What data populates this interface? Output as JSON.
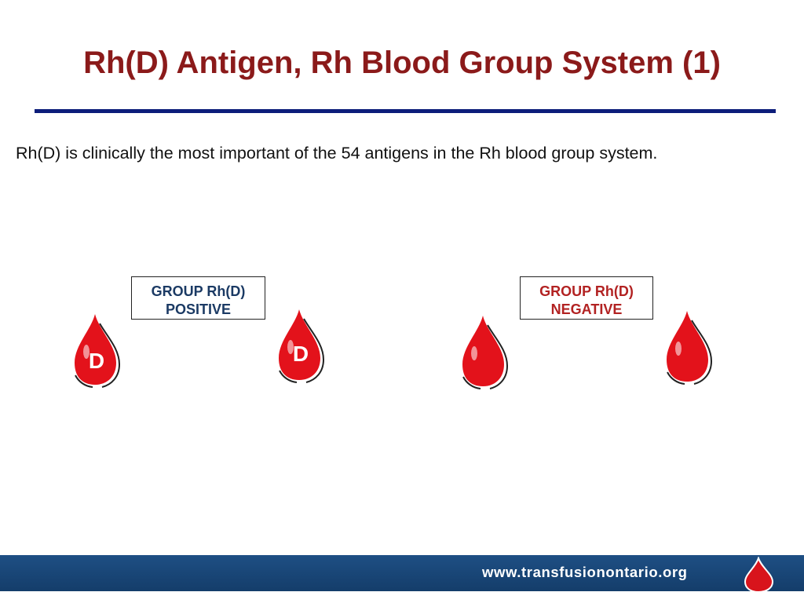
{
  "slide": {
    "title": "Rh(D) Antigen, Rh Blood Group System (1)",
    "body_text": "Rh(D) is clinically the most important of the 54 antigens in the Rh blood group system."
  },
  "groups": {
    "positive": {
      "line1": "GROUP Rh(D)",
      "line2": "POSITIVE",
      "drop_letter": "D"
    },
    "negative": {
      "line1": "GROUP Rh(D)",
      "line2": "NEGATIVE"
    }
  },
  "footer": {
    "url": "www.transfusionontario.org"
  },
  "colors": {
    "title": "#8b1a1a",
    "rule": "#0c1d7a",
    "positive_label": "#1b3a64",
    "negative_label": "#b22222",
    "drop_fill": "#e3121b",
    "footer_bar": "#1a4a7c"
  },
  "icons": [
    "blood-drop-icon",
    "blood-drop-d-icon",
    "transfusion-drop-logo"
  ]
}
